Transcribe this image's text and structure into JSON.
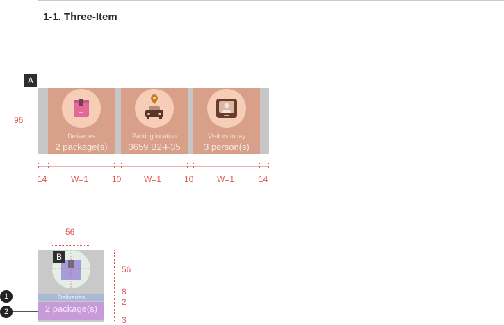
{
  "section": {
    "title": "1-1. Three-Item"
  },
  "markers": {
    "a": "A",
    "b": "B",
    "c1": "1",
    "c2": "2"
  },
  "items": [
    {
      "label": "Deliveries",
      "value": "2 package(s)",
      "icon": "package-icon"
    },
    {
      "label": "Parking location",
      "value": "0659 B2-F35",
      "icon": "car-location-icon"
    },
    {
      "label": "Visitors today",
      "value": "3 person(s)",
      "icon": "visitor-intercom-icon"
    }
  ],
  "dimensions": {
    "height": "96",
    "margin_left": "14",
    "item_width_1": "W=1",
    "gap_1": "10",
    "item_width_2": "W=1",
    "gap_2": "10",
    "item_width_3": "W=1",
    "margin_right": "14"
  },
  "detail": {
    "icon_width": "56",
    "icon_height": "56",
    "gap_icon_label": "8",
    "gap_label_value": "2",
    "bottom": "3",
    "label": "Deliveries",
    "value": "2 package(s)"
  },
  "colors": {
    "card": "#d9a089",
    "circle": "#f6cdb6",
    "dimension": "#e05a5a"
  }
}
